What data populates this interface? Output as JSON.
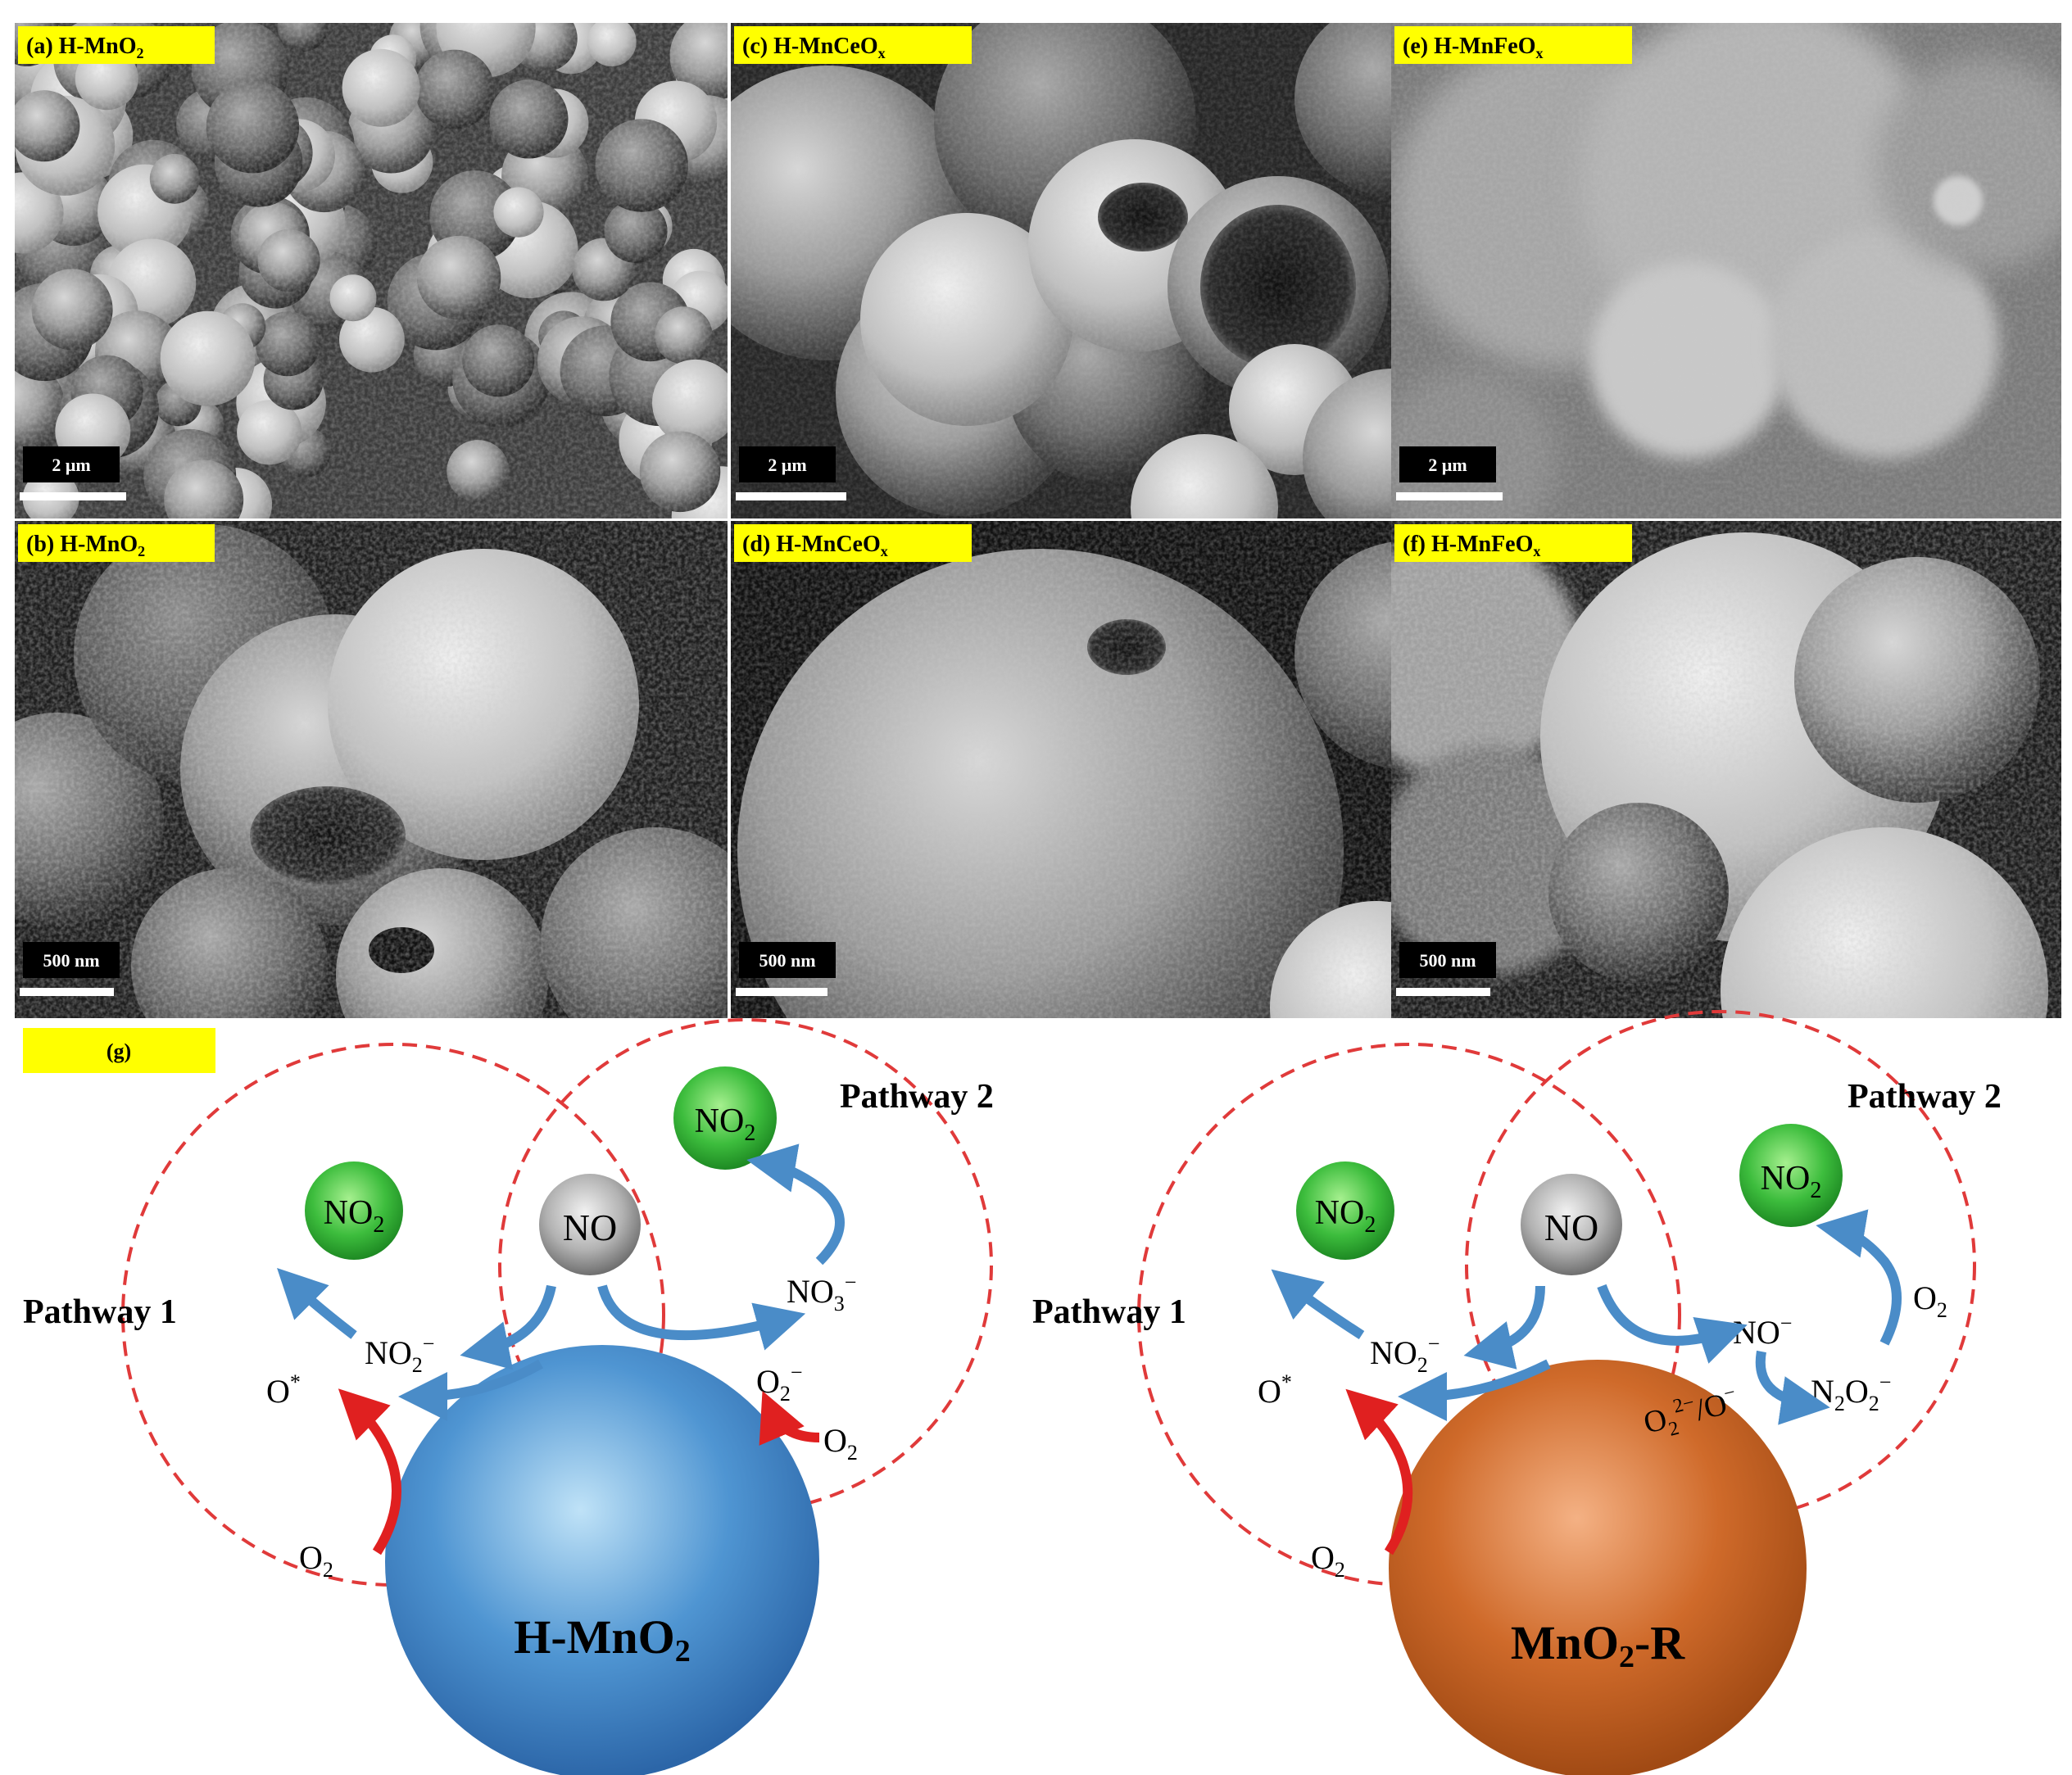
{
  "panels": [
    {
      "id": "a",
      "label_prefix": "(a) H-MnO",
      "label_sub": "2",
      "scale": "2 μm"
    },
    {
      "id": "b",
      "label_prefix": "(b) H-MnO",
      "label_sub": "2",
      "scale": "500 nm"
    },
    {
      "id": "c",
      "label_prefix": "(c) H-MnCeO",
      "label_sub": "x",
      "scale": "2 μm"
    },
    {
      "id": "d",
      "label_prefix": "(d) H-MnCeO",
      "label_sub": "x",
      "scale": "500 nm"
    },
    {
      "id": "e",
      "label_prefix": "(e) H-MnFeO",
      "label_sub": "x",
      "scale": "2 μm"
    },
    {
      "id": "f",
      "label_prefix": "(f) H-MnFeO",
      "label_sub": "x",
      "scale": "500 nm"
    }
  ],
  "scheme": {
    "label": "(g)",
    "left": {
      "pathway1": "Pathway 1",
      "pathway2": "Pathway 2",
      "no": "NO",
      "no2": "NO",
      "no2_sub": "2",
      "no2_top": "NO",
      "no2_top_sub": "2",
      "nitrite": "NO",
      "nitrite_sub": "2",
      "nitrite_sup": "−",
      "nitrate": "NO",
      "nitrate_sub": "3",
      "nitrate_sup": "−",
      "o_star": "O",
      "o_star_sup": "*",
      "superoxide": "O",
      "superoxide_sub": "2",
      "superoxide_sup": "−",
      "o2_right": "O",
      "o2_right_sub": "2",
      "o2_bottom": "O",
      "o2_bottom_sub": "2",
      "catalyst": "H-MnO",
      "catalyst_sub": "2",
      "catalyst_color": "#3a7fc4"
    },
    "right": {
      "pathway1": "Pathway 1",
      "pathway2": "Pathway 2",
      "no": "NO",
      "no2": "NO",
      "no2_sub": "2",
      "no2_top": "NO",
      "no2_top_sub": "2",
      "nitrite": "NO",
      "nitrite_sub": "2",
      "nitrite_sup": "−",
      "no_minus": "NO",
      "no_minus_sup": "−",
      "hyponitrite": "N",
      "hyponitrite_sub1": "2",
      "hyponitrite_mid": "O",
      "hyponitrite_sub2": "2",
      "hyponitrite_sup": "−",
      "o2_right": "O",
      "o2_right_sub": "2",
      "o_star": "O",
      "o_star_sup": "*",
      "peroxide_prefix": "O",
      "peroxide_sub": "2",
      "peroxide_sup": "2−",
      "peroxide_suffix": "/O",
      "peroxide_suffix_sup": "−",
      "o2_bottom": "O",
      "o2_bottom_sub": "2",
      "catalyst": "MnO",
      "catalyst_sub": "2",
      "catalyst_suffix": "-R",
      "catalyst_color": "#c8662a"
    },
    "colors": {
      "no2_sphere": "#3fbf3f",
      "no_sphere": "#a8a8a8",
      "circle_dash": "#e03a3a",
      "arrow_blue": "#4a8cc8",
      "arrow_red": "#e02020",
      "label_bg": "#ffff00"
    }
  }
}
